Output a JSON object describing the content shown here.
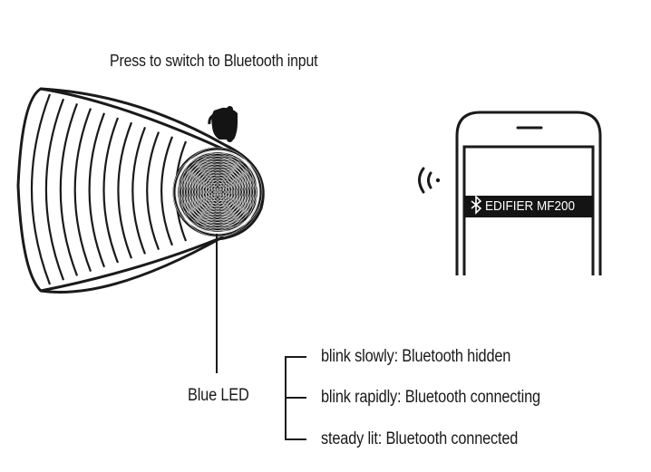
{
  "instruction": "Press to switch to Bluetooth input",
  "led_label": "Blue LED",
  "states": [
    "blink slowly: Bluetooth hidden",
    "blink rapidly: Bluetooth connecting",
    "steady lit: Bluetooth connected"
  ],
  "phone": {
    "device_name": "EDIFIER MF200",
    "bluetooth_icon": "bluetooth-icon",
    "signal_icon": "wireless-signal-icon"
  },
  "speaker": {
    "button_icon": "pointing-hand-icon"
  }
}
